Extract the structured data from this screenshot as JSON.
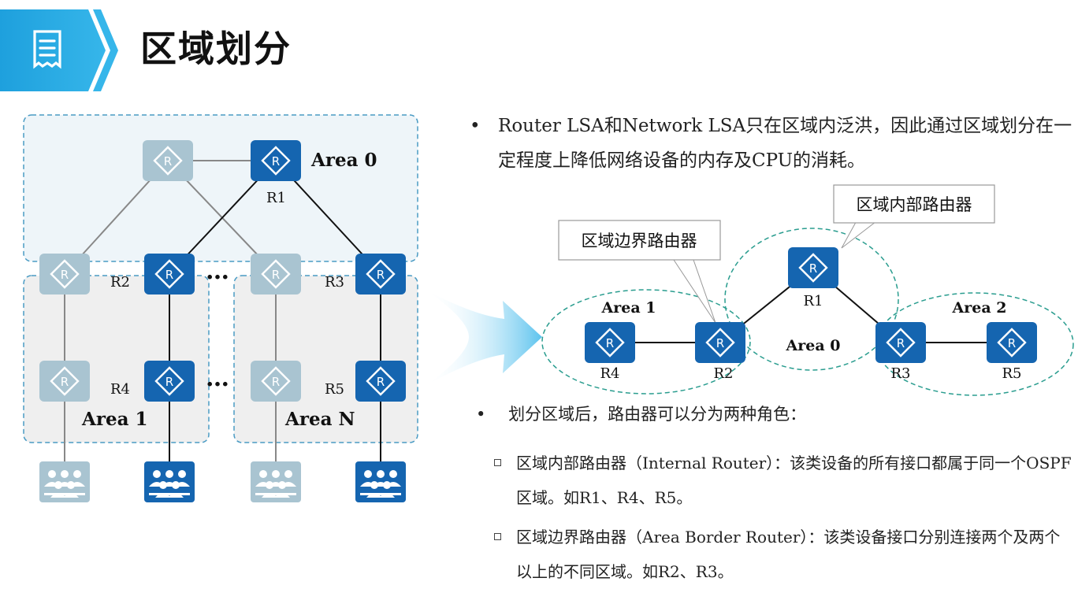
{
  "title": "区域划分",
  "bullets": {
    "b1": "Router LSA和Network LSA只在区域内泛洪，因此通过区域划分在一定程度上降低网络设备的内存及CPU的消耗。",
    "b2": "划分区域后，路由器可以分为两种角色：",
    "sub1": "区域内部路由器（Internal Router）：该类设备的所有接口都属于同一个OSPF区域。如R1、R4、R5。",
    "sub2": "区域边界路由器（Area Border Router）：该类设备接口分别连接两个及两个以上的不同区域。如R2、R3。"
  },
  "left_diagram": {
    "area0": "Area 0",
    "area1": "Area 1",
    "areaN": "Area N",
    "r1": "R1",
    "r2": "R2",
    "r3": "R3",
    "r4": "R4",
    "r5": "R5",
    "ellipsis": "…"
  },
  "right_diagram": {
    "callout_abr": "区域边界路由器",
    "callout_ir": "区域内部路由器",
    "area0": "Area 0",
    "area1": "Area 1",
    "area2": "Area 2",
    "r1": "R1",
    "r2": "R2",
    "r3": "R3",
    "r4": "R4",
    "r5": "R5"
  },
  "colors": {
    "router_dark": "#1565b0",
    "router_light": "#a9c4d1",
    "accent": "#29a8e0"
  }
}
